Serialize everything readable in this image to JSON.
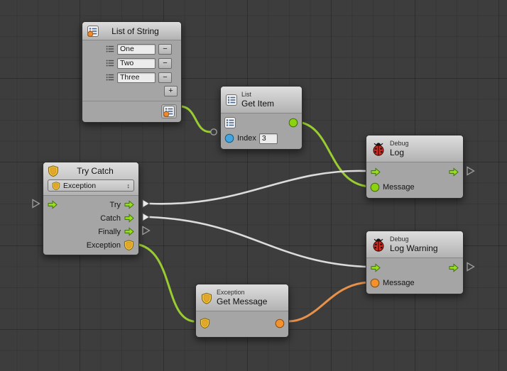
{
  "nodes": {
    "list_of_string": {
      "title": "List of String",
      "items": [
        "One",
        "Two",
        "Three"
      ],
      "remove_label": "−",
      "add_label": "+"
    },
    "get_item": {
      "category": "List",
      "title": "Get Item",
      "index_label": "Index",
      "index_value": "3"
    },
    "try_catch": {
      "title": "Try Catch",
      "dropdown_value": "Exception",
      "dropdown_arrow": "↕",
      "ports": [
        "Try",
        "Catch",
        "Finally",
        "Exception"
      ]
    },
    "debug_log": {
      "category": "Debug",
      "title": "Log",
      "message_label": "Message"
    },
    "debug_log_warning": {
      "category": "Debug",
      "title": "Log Warning",
      "message_label": "Message"
    },
    "exception_get_message": {
      "category": "Exception",
      "title": "Get Message"
    }
  },
  "colors": {
    "background": "#3d3d3d",
    "flow_green": "#97e01c",
    "wire_green": "#9acc32",
    "wire_white": "#dcdcdc",
    "wire_orange": "#e8914a",
    "port_blue": "#42a5e0",
    "port_orange": "#f2922f",
    "shield_gold": "#f3c93e",
    "bug_red": "#cf2b20"
  }
}
